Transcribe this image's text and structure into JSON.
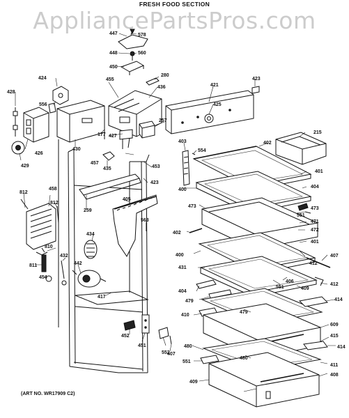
{
  "header": {
    "title": "FRESH FOOD SECTION"
  },
  "watermark": {
    "text": "AppliancePartsPros.com"
  },
  "footer": {
    "art_no": "(ART NO. WR17909 C2)"
  },
  "part_labels": [
    "447",
    "578",
    "448",
    "560",
    "450",
    "280",
    "423",
    "455",
    "436",
    "421",
    "424",
    "428",
    "556",
    "425",
    "257",
    "177",
    "427",
    "426",
    "430",
    "429",
    "435",
    "457",
    "453",
    "403",
    "554",
    "402",
    "215",
    "401",
    "423",
    "400",
    "812",
    "458",
    "404",
    "259",
    "405",
    "812",
    "473",
    "473",
    "563",
    "551",
    "471",
    "434",
    "402",
    "472",
    "810",
    "401",
    "400",
    "432",
    "407",
    "442",
    "811",
    "412",
    "431",
    "454",
    "417",
    "404",
    "551",
    "406",
    "412",
    "409",
    "479",
    "414",
    "479",
    "410",
    "609",
    "452",
    "451",
    "552",
    "407",
    "415",
    "480",
    "414",
    "480",
    "551",
    "411",
    "408",
    "409"
  ]
}
